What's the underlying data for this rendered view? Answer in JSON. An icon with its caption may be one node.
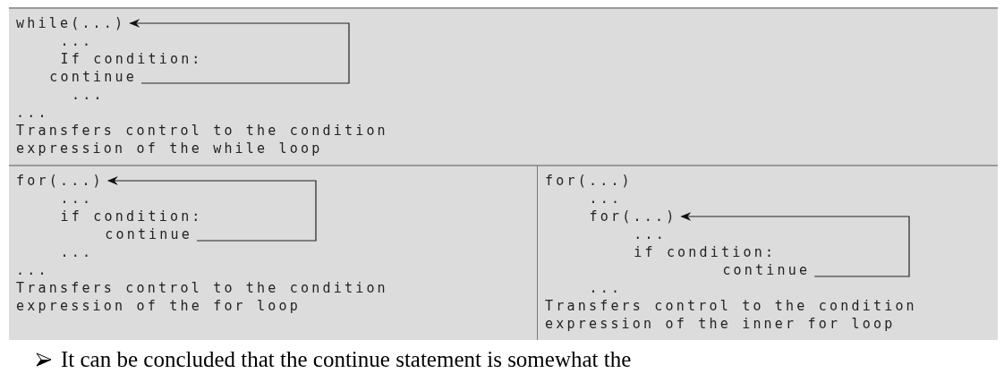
{
  "diagram": {
    "nodes": [
      {
        "text": [
          "...",
          "If condition:",
          "...",
          "...",
          "Transfers control to the condition expression of the while loop"
        ]
      },
      {
        "text": [
          "while(...)"
        ],
        "in": 0
      },
      {
        "text": [
          "continue"
        ],
        "in": 0
      },
      {
        "text": [
          "...",
          "if condition:",
          "...",
          "...",
          "Transfers control to the condition expression of the for loop"
        ]
      },
      {
        "text": [
          "for(...)"
        ],
        "in": 3
      },
      {
        "text": [
          "continue"
        ],
        "in": 3
      },
      {
        "text": [
          "for(...)",
          "...",
          "...",
          "if condition:",
          "...",
          "Transfers control to the condition expression of the inner for loop"
        ]
      },
      {
        "text": [
          "for(...)"
        ],
        "in": 6
      },
      {
        "text": [
          "continue"
        ],
        "in": 6
      }
    ],
    "edges": [
      {
        "from": 2,
        "to": 1,
        "arrow": "to"
      },
      {
        "from": 5,
        "to": 4,
        "arrow": "to"
      },
      {
        "from": 8,
        "to": 7,
        "arrow": "to"
      }
    ],
    "labels": [
      "It can be concluded that the continue statement is somewhat the"
    ]
  }
}
